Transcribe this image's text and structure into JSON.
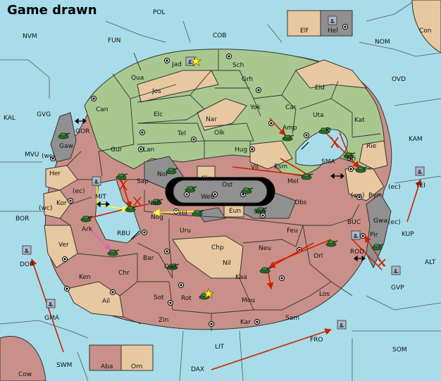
{
  "title": "Game drawn",
  "colors": {
    "sea": "#a8dce8",
    "green": "#a8c890",
    "tan": "#e8c8a0",
    "red": "#c89088",
    "gray": "#909090",
    "border": "#333333",
    "order": "#cc2200",
    "support": "#ffff33",
    "convoy": "#e060c0"
  },
  "labels": {
    "pol": "POL",
    "fun": "FUN",
    "cob": "COB",
    "nvm": "NVM",
    "nom": "NOM",
    "con": "Con",
    "elf": "Elf",
    "hel": "Hel",
    "ovd": "OVD",
    "kal": "KAL",
    "gvg": "GVG",
    "gor": "GOR",
    "gaw": "Gaw",
    "kam": "KAM",
    "sma": "SMA",
    "mvu": "MVU",
    "wc1": "(wc)",
    "wc2": "(wc)",
    "wc3": "(wc)",
    "ec1": "(ec)",
    "ec2": "(ec)",
    "ec3": "(ec)",
    "her": "Her",
    "kor": "Kor",
    "mit": "MIT",
    "bor": "BOR",
    "ark": "Ark",
    "rbu": "RBU",
    "ver": "Ver",
    "dor": "DOR",
    "ken": "Ken",
    "chr": "Chr",
    "ail": "Ail",
    "gma": "GMA",
    "swm": "SWM",
    "cow": "Cow",
    "aba": "Aba",
    "orn": "Orn",
    "dax": "DAX",
    "lit": "LIT",
    "fro": "FRO",
    "som": "SOM",
    "alt": "ALT",
    "gvp": "GVP",
    "kup": "KUP",
    "tei": "TEI",
    "buc": "BUC",
    "rod": "ROD",
    "pir": "Pir",
    "gwa": "Gwa",
    "byn": "Byn",
    "rie": "Rie",
    "gri": "Gri",
    "kat": "Kat",
    "uta": "Uta",
    "eld": "Eld",
    "car": "Car",
    "amp": "Amp",
    "yok": "Yok",
    "grh": "Grh",
    "sch": "Sch",
    "jad": "Jad",
    "qua": "Qua",
    "jos": "Jos",
    "can": "Can",
    "elc": "Elc",
    "nar": "Nar",
    "tel": "Tel",
    "olk": "Olk",
    "gur": "Gur",
    "lan": "Lan",
    "hug": "Hug",
    "vil": "Vil",
    "esm": "Esm",
    "mel": "Mel",
    "nor": "Nor",
    "skr": "Skr",
    "ost": "Ost",
    "web": "Web",
    "eun": "Eun",
    "sun": "Sun",
    "obs": "Obs",
    "sap": "Sap",
    "nab": "Nab",
    "hil": "Hil",
    "nog": "Nog",
    "uru": "Uru",
    "feu": "Feu",
    "chp": "Chp",
    "neu": "Neu",
    "orl": "Orl",
    "bar": "Bar",
    "qwi": "Qwi",
    "nil": "Nil",
    "kaa": "Kaa",
    "sot": "Sot",
    "rot": "Rot",
    "mou": "Mou",
    "los": "Los",
    "zin": "Zin",
    "kar": "Kar",
    "sam": "Sam"
  }
}
